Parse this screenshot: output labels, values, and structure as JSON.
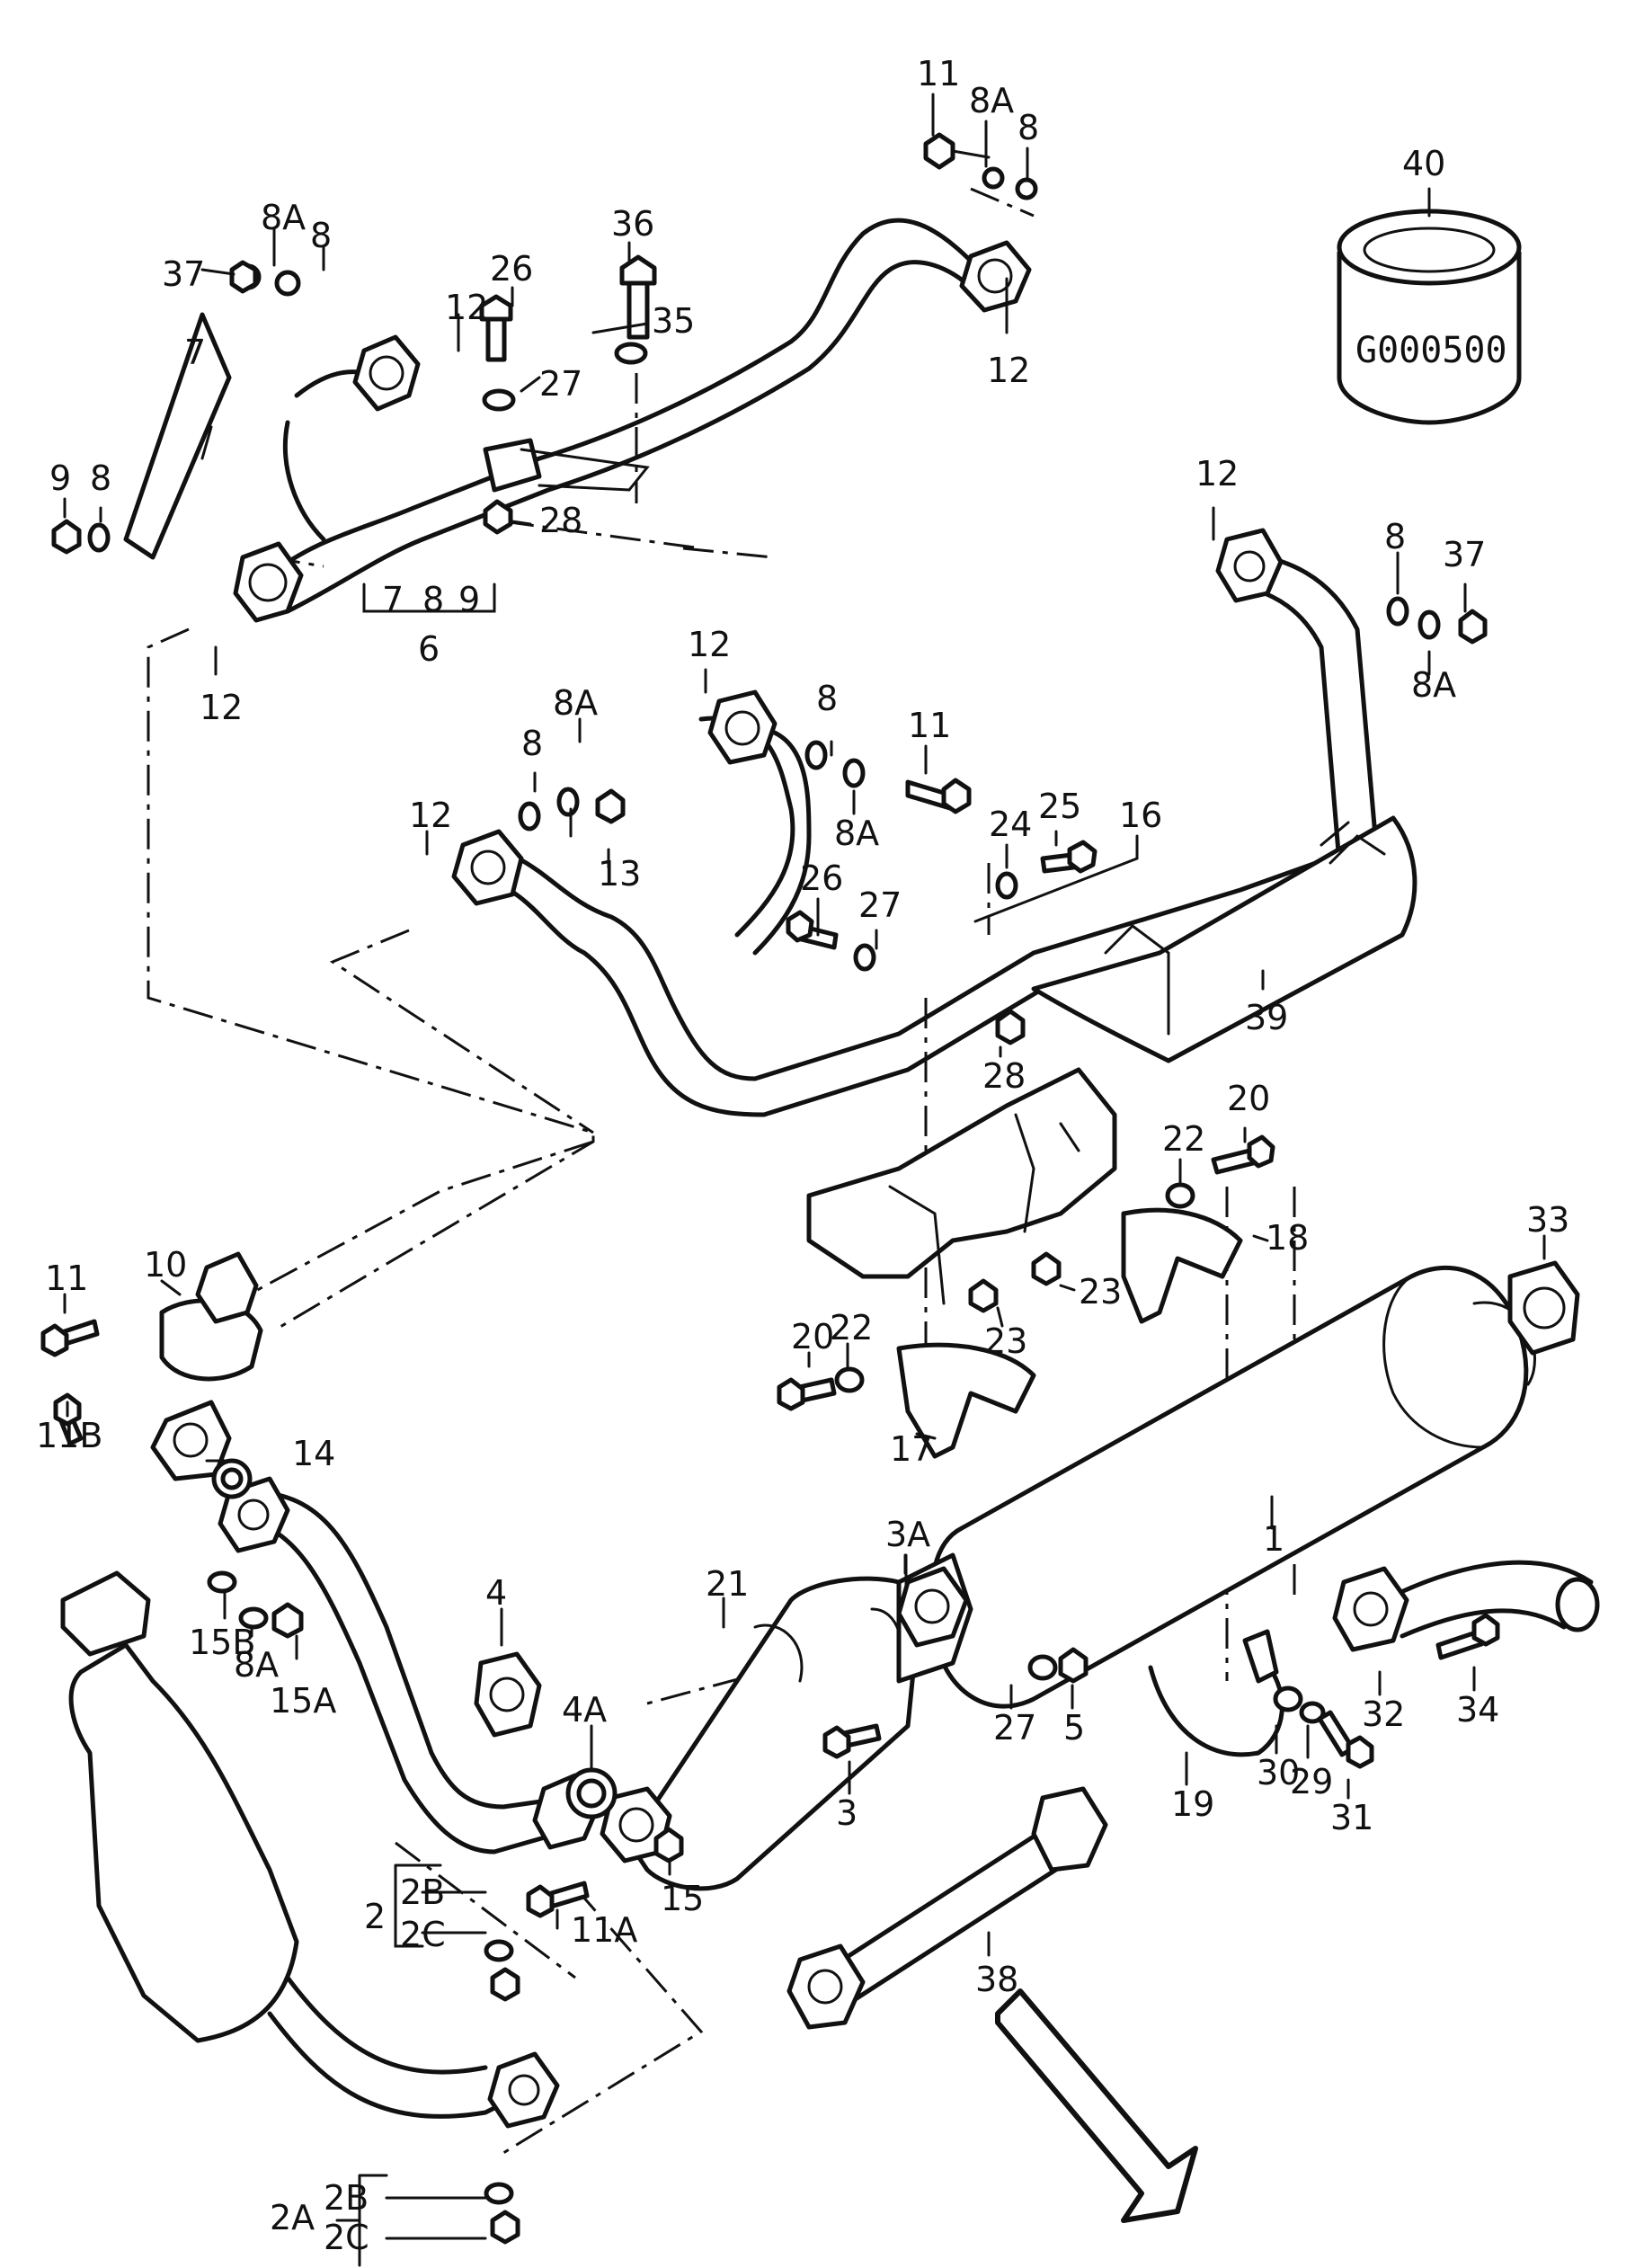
{
  "part_code": "G000500",
  "labels": {
    "l1": "1",
    "l2": "2",
    "l2A": "2A",
    "l2B": "2B",
    "l2B_b": "2B",
    "l2C": "2C",
    "l2C_b": "2C",
    "l3": "3",
    "l3A": "3A",
    "l4": "4",
    "l4A": "4A",
    "l5": "5",
    "l6": "6",
    "l7": "7",
    "l7b": "7",
    "l8b": "8",
    "l9b": "9",
    "l8_a": "8",
    "l8_b": "8",
    "l8_c": "8",
    "l8_d": "8",
    "l8_e": "8",
    "l8_f": "8",
    "l8A_a": "8A",
    "l8A_b": "8A",
    "l8A_c": "8A",
    "l8A_d": "8A",
    "l8A_e": "8A",
    "l8A_f": "8A",
    "l9": "9",
    "l10": "10",
    "l11_a": "11",
    "l11_b": "11",
    "l11_c": "11",
    "l11A": "11A",
    "l11B": "11B",
    "l12_a": "12",
    "l12_b": "12",
    "l12_c": "12",
    "l12_d": "12",
    "l12_e": "12",
    "l12_f": "12",
    "l13": "13",
    "l14": "14",
    "l15": "15",
    "l15A": "15A",
    "l15B": "15B",
    "l16": "16",
    "l17": "17",
    "l18": "18",
    "l19": "19",
    "l20_a": "20",
    "l20_b": "20",
    "l21": "21",
    "l22_a": "22",
    "l22_b": "22",
    "l23_a": "23",
    "l23_b": "23",
    "l24": "24",
    "l25": "25",
    "l26_a": "26",
    "l26_b": "26",
    "l27_a": "27",
    "l27_b": "27",
    "l27_c": "27",
    "l28_a": "28",
    "l28_b": "28",
    "l29": "29",
    "l30": "30",
    "l31": "31",
    "l32": "32",
    "l33": "33",
    "l34": "34",
    "l35": "35",
    "l36": "36",
    "l37_a": "37",
    "l37_b": "37",
    "l38": "38",
    "l39": "39",
    "l40": "40"
  }
}
